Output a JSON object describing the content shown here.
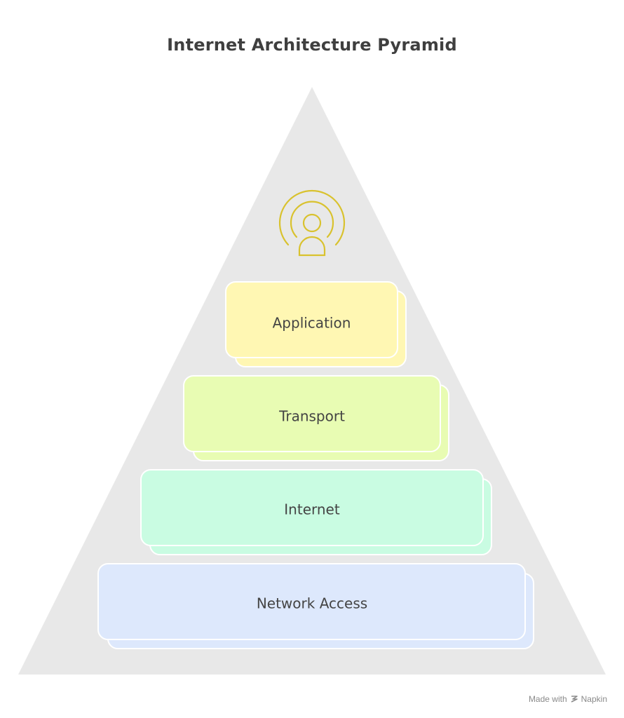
{
  "title": "Internet Architecture Pyramid",
  "icon": {
    "name": "broadcast-person-icon",
    "color": "#D9C22E"
  },
  "layers": [
    {
      "label": "Application",
      "fill": "#FFF7B3"
    },
    {
      "label": "Transport",
      "fill": "#E8FCB3"
    },
    {
      "label": "Internet",
      "fill": "#C9FCE2"
    },
    {
      "label": "Network Access",
      "fill": "#DDE8FC"
    }
  ],
  "footer": {
    "made_with": "Made with",
    "brand": "Napkin"
  }
}
